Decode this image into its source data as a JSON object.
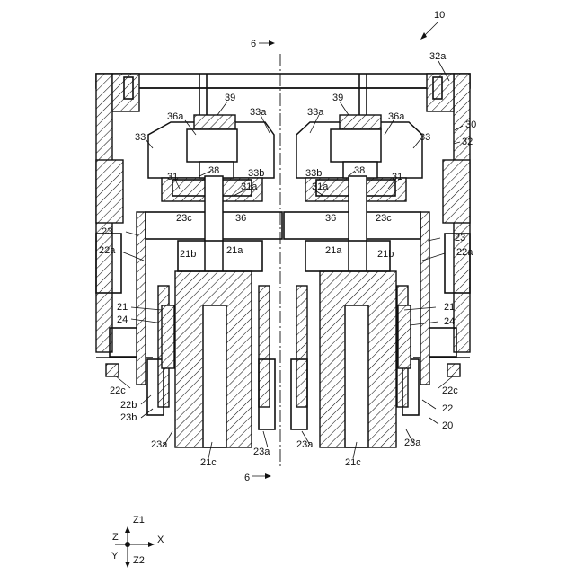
{
  "figure": {
    "number": "10",
    "section_mark": "6"
  },
  "labels": {
    "l32a": "32a",
    "l30": "30",
    "l32": "32",
    "l39": "39",
    "l33a": "33a",
    "l36a": "36a",
    "l33": "33",
    "l38": "38",
    "l31": "31",
    "l33b": "33b",
    "l31a": "31a",
    "l23c": "23c",
    "l36": "36",
    "l23": "23",
    "l21a": "21a",
    "l21b": "21b",
    "l22a": "22a",
    "l21": "21",
    "l24": "24",
    "l22c": "22c",
    "l22b": "22b",
    "l23b": "23b",
    "l22": "22",
    "l20": "20",
    "l23a": "23a",
    "l21c": "21c"
  },
  "axes": {
    "z1": "Z1",
    "z": "Z",
    "x": "X",
    "y": "Y",
    "z2": "Z2"
  }
}
